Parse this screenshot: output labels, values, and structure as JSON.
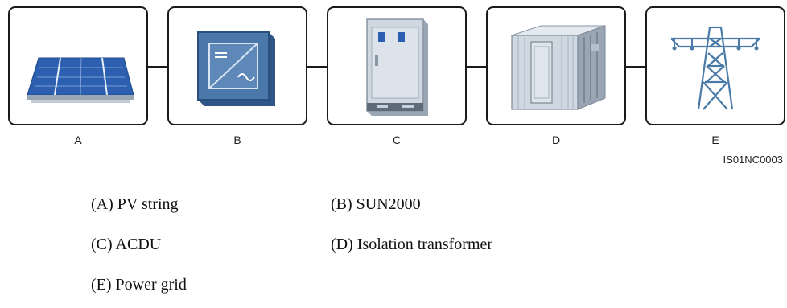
{
  "diagram": {
    "components": [
      {
        "letter": "A",
        "icon": "solar-panel-icon"
      },
      {
        "letter": "B",
        "icon": "inverter-icon"
      },
      {
        "letter": "C",
        "icon": "cabinet-icon"
      },
      {
        "letter": "D",
        "icon": "transformer-container-icon"
      },
      {
        "letter": "E",
        "icon": "transmission-tower-icon"
      }
    ],
    "figure_code": "IS01NC0003",
    "colors": {
      "outline": "#1a1a1a",
      "panel_blue": "#2d5fb0",
      "inverter_blue": "#3f6c9e",
      "tower_blue": "#4a7aa8",
      "cabinet_gray": "#c9d2dc"
    }
  },
  "legend": [
    "(A) PV string",
    "(B) SUN2000",
    "(C) ACDU",
    "(D) Isolation transformer",
    "(E) Power grid"
  ]
}
